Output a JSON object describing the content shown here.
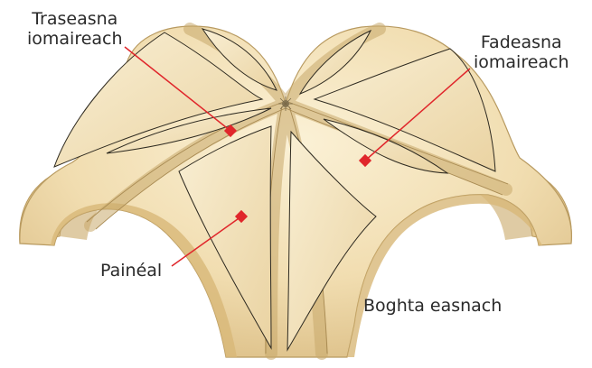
{
  "labels": {
    "transverse_rib": {
      "line1": "Traseasna",
      "line2": "iomaireach"
    },
    "diagonal_rib": {
      "line1": "Fadeasna",
      "line2": "iomaireach"
    },
    "panel": "Painéal",
    "ribbed_vault": "Boghta easnach"
  },
  "colors": {
    "stone_light": "#f6e9c6",
    "stone_mid": "#ecd6a4",
    "stone_dark": "#d9bb80",
    "outline": "#3a3325",
    "leader": "#e0262b"
  }
}
